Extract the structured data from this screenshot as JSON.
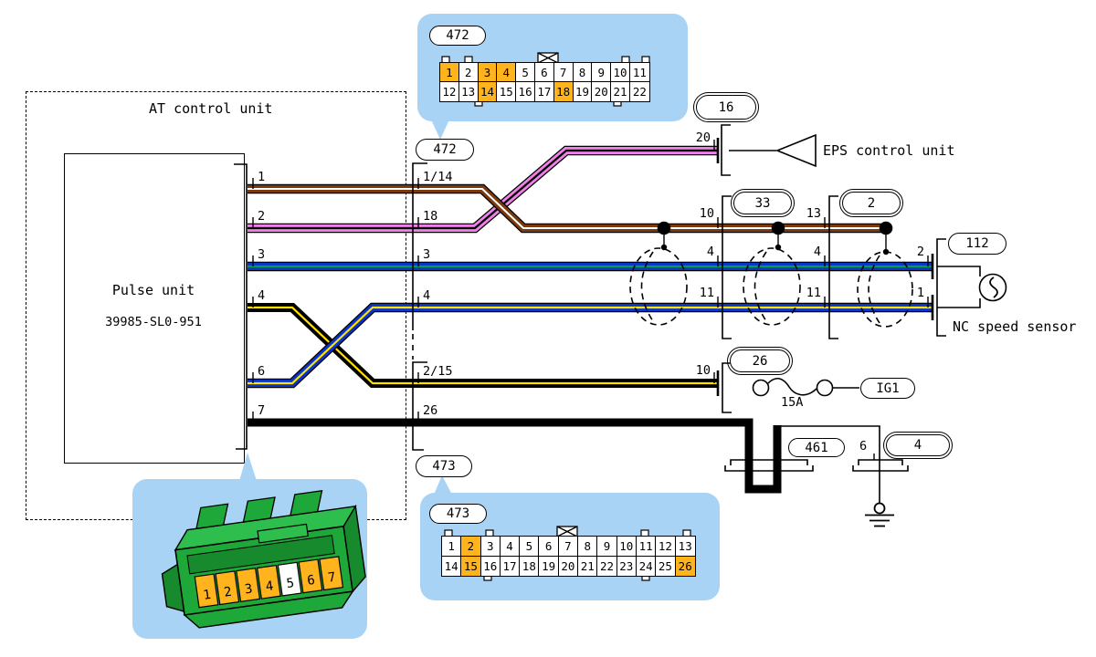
{
  "units": {
    "at_control": "AT control unit",
    "pulse_line1": "Pulse unit",
    "pulse_line2": "39985-SL0-951",
    "eps": "EPS control unit",
    "nc_sensor": "NC speed sensor"
  },
  "connector_labels": {
    "c472": "472",
    "c473": "473",
    "c16": "16",
    "c33": "33",
    "c2": "2",
    "c112": "112",
    "c26": "26",
    "c461": "461",
    "c4": "4",
    "ig1": "IG1"
  },
  "fuse": {
    "rating": "15A"
  },
  "pins": {
    "pulse": [
      "1",
      "2",
      "3",
      "4",
      "6",
      "7"
    ],
    "col472": [
      "1/14",
      "18",
      "3",
      "4"
    ],
    "col473": [
      "2/15",
      "26"
    ],
    "c16": [
      "20"
    ],
    "c33": [
      "10",
      "4",
      "11"
    ],
    "c2": [
      "13",
      "4",
      "11"
    ],
    "c112": [
      "2",
      "1"
    ],
    "c26": [
      "10"
    ],
    "c4": [
      "6"
    ]
  },
  "callout472": {
    "title": "472",
    "rows": [
      [
        "1",
        "2",
        "3",
        "4",
        "5",
        "6",
        "7",
        "8",
        "9",
        "10",
        "11"
      ],
      [
        "12",
        "13",
        "14",
        "15",
        "16",
        "17",
        "18",
        "19",
        "20",
        "21",
        "22"
      ]
    ],
    "highlighted": [
      "1",
      "3",
      "4",
      "14",
      "18"
    ]
  },
  "callout473": {
    "title": "473",
    "rows": [
      [
        "1",
        "2",
        "3",
        "4",
        "5",
        "6",
        "7",
        "8",
        "9",
        "10",
        "11",
        "12",
        "13"
      ],
      [
        "14",
        "15",
        "16",
        "17",
        "18",
        "19",
        "20",
        "21",
        "22",
        "23",
        "24",
        "25",
        "26"
      ]
    ],
    "highlighted": [
      "2",
      "15",
      "26"
    ]
  },
  "connector3d": {
    "pins": [
      "1",
      "2",
      "3",
      "4",
      "5",
      "6",
      "7"
    ],
    "highlighted": [
      "1",
      "2",
      "3",
      "4",
      "6",
      "7"
    ]
  },
  "colors": {
    "callout_bg": "#A9D3F5",
    "highlight": "#FFB41E",
    "brown": "#7A3A0E",
    "pink": "#EE80E8",
    "blue": "#0834CB",
    "green_stripe": "#00A04A",
    "yellow": "#FFE100",
    "black": "#000000",
    "white": "#FFFFFF",
    "connector_green": "#1FA83A",
    "connector_green_light": "#2DBE4D",
    "connector_green_dark": "#168A2C"
  }
}
